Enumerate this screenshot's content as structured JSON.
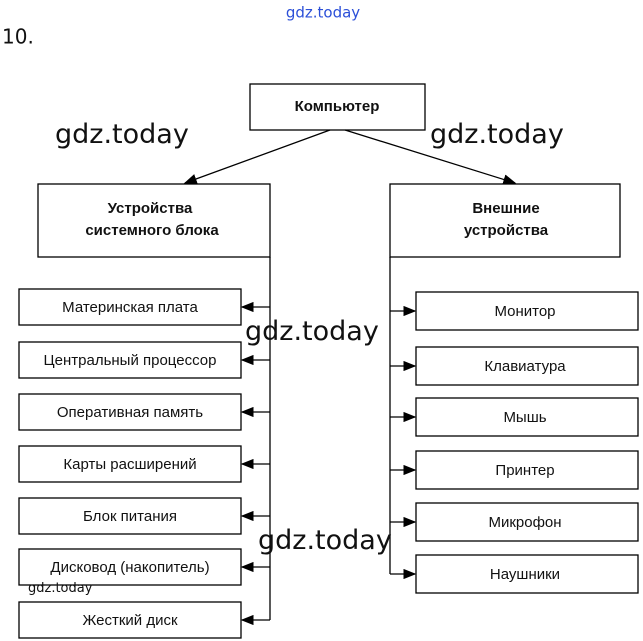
{
  "header": {
    "site": "gdz.today",
    "number": "10."
  },
  "root": "Компьютер",
  "left": {
    "title_line1": "Устройства",
    "title_line2": "системного блока",
    "items": [
      "Материнская плата",
      "Центральный процессор",
      "Оперативная память",
      "Карты расширений",
      "Блок питания",
      "Дисковод (накопитель)",
      "Жесткий диск"
    ]
  },
  "right": {
    "title_line1": "Внешние",
    "title_line2": "устройства",
    "items": [
      "Монитор",
      "Клавиатура",
      "Мышь",
      "Принтер",
      "Микрофон",
      "Наушники"
    ]
  },
  "watermark": "gdz.today"
}
